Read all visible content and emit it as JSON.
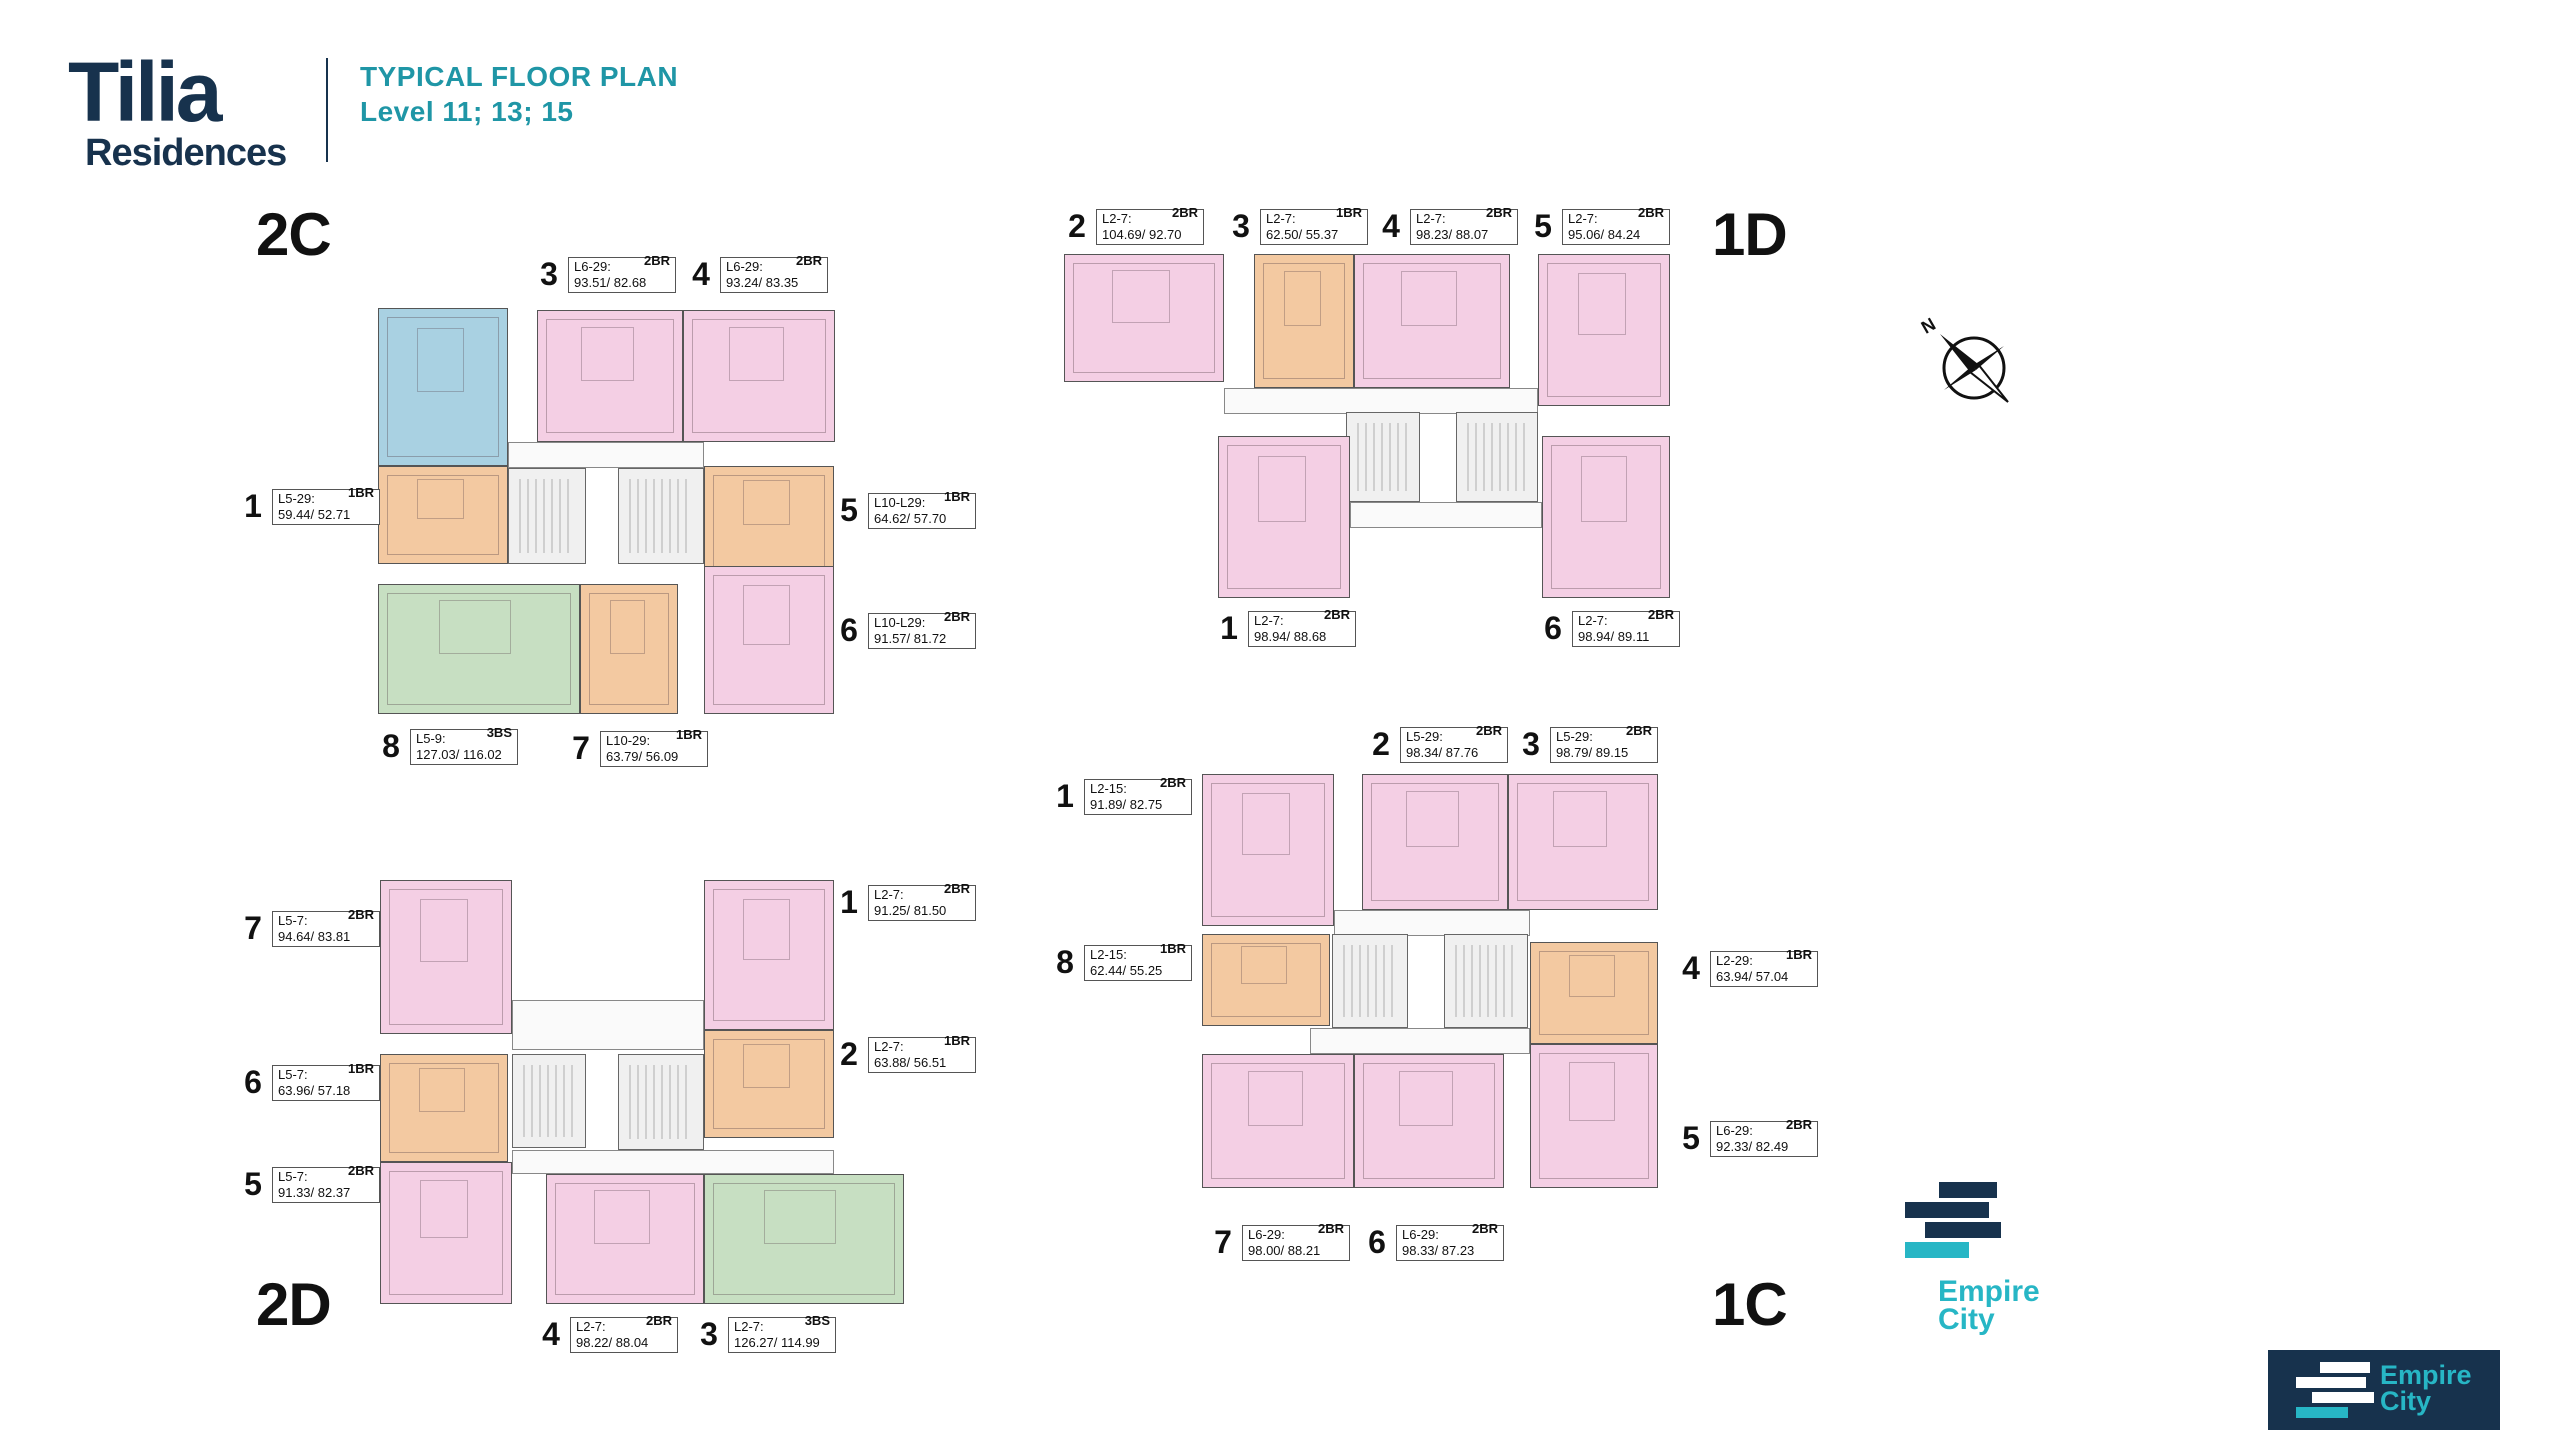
{
  "header": {
    "logo_line1": "Tilia",
    "logo_line2": "Residences",
    "title": "TYPICAL FLOOR PLAN",
    "subtitle": "Level 11; 13; 15"
  },
  "colors": {
    "one_bedroom": "#f3c9a1",
    "two_bedroom": "#f4cfe4",
    "three_bedroom": "#c7dfc2",
    "amenity": "#a9d1e2",
    "brand_navy": "#17324d",
    "brand_teal": "#1f96a6"
  },
  "blocks": {
    "b2c": {
      "label": "2C",
      "units": [
        {
          "num": "1",
          "levels": "L5-29:",
          "type": "1BR",
          "area": "59.44/ 52.71"
        },
        {
          "num": "3",
          "levels": "L6-29:",
          "type": "2BR",
          "area": "93.51/ 82.68"
        },
        {
          "num": "4",
          "levels": "L6-29:",
          "type": "2BR",
          "area": "93.24/ 83.35"
        },
        {
          "num": "5",
          "levels": "L10-L29:",
          "type": "1BR",
          "area": "64.62/ 57.70"
        },
        {
          "num": "6",
          "levels": "L10-L29:",
          "type": "2BR",
          "area": "91.57/ 81.72"
        },
        {
          "num": "7",
          "levels": "L10-29:",
          "type": "1BR",
          "area": "63.79/ 56.09"
        },
        {
          "num": "8",
          "levels": "L5-9:",
          "type": "3BS",
          "area": "127.03/ 116.02"
        }
      ]
    },
    "b1d": {
      "label": "1D",
      "units": [
        {
          "num": "2",
          "levels": "L2-7:",
          "type": "2BR",
          "area": "104.69/ 92.70"
        },
        {
          "num": "3",
          "levels": "L2-7:",
          "type": "1BR",
          "area": "62.50/ 55.37"
        },
        {
          "num": "4",
          "levels": "L2-7:",
          "type": "2BR",
          "area": "98.23/ 88.07"
        },
        {
          "num": "5",
          "levels": "L2-7:",
          "type": "2BR",
          "area": "95.06/ 84.24"
        },
        {
          "num": "1",
          "levels": "L2-7:",
          "type": "2BR",
          "area": "98.94/ 88.68"
        },
        {
          "num": "6",
          "levels": "L2-7:",
          "type": "2BR",
          "area": "98.94/ 89.11"
        }
      ]
    },
    "b2d": {
      "label": "2D",
      "units": [
        {
          "num": "7",
          "levels": "L5-7:",
          "type": "2BR",
          "area": "94.64/ 83.81"
        },
        {
          "num": "1",
          "levels": "L2-7:",
          "type": "2BR",
          "area": "91.25/ 81.50"
        },
        {
          "num": "6",
          "levels": "L5-7:",
          "type": "1BR",
          "area": "63.96/ 57.18"
        },
        {
          "num": "2",
          "levels": "L2-7:",
          "type": "1BR",
          "area": "63.88/ 56.51"
        },
        {
          "num": "5",
          "levels": "L5-7:",
          "type": "2BR",
          "area": "91.33/ 82.37"
        },
        {
          "num": "4",
          "levels": "L2-7:",
          "type": "2BR",
          "area": "98.22/ 88.04"
        },
        {
          "num": "3",
          "levels": "L2-7:",
          "type": "3BS",
          "area": "126.27/ 114.99"
        }
      ]
    },
    "b1c": {
      "label": "1C",
      "units": [
        {
          "num": "2",
          "levels": "L5-29:",
          "type": "2BR",
          "area": "98.34/ 87.76"
        },
        {
          "num": "3",
          "levels": "L5-29:",
          "type": "2BR",
          "area": "98.79/ 89.15"
        },
        {
          "num": "1",
          "levels": "L2-15:",
          "type": "2BR",
          "area": "91.89/ 82.75"
        },
        {
          "num": "8",
          "levels": "L2-15:",
          "type": "1BR",
          "area": "62.44/ 55.25"
        },
        {
          "num": "4",
          "levels": "L2-29:",
          "type": "1BR",
          "area": "63.94/ 57.04"
        },
        {
          "num": "5",
          "levels": "L6-29:",
          "type": "2BR",
          "area": "92.33/ 82.49"
        },
        {
          "num": "7",
          "levels": "L6-29:",
          "type": "2BR",
          "area": "98.00/ 88.21"
        },
        {
          "num": "6",
          "levels": "L6-29:",
          "type": "2BR",
          "area": "98.33/ 87.23"
        }
      ]
    }
  },
  "compass": {
    "label": "N",
    "icon": "compass-icon"
  },
  "brand": {
    "line1": "Empire",
    "line2": "City"
  },
  "badge": {
    "line1": "Empire",
    "line2": "City"
  }
}
